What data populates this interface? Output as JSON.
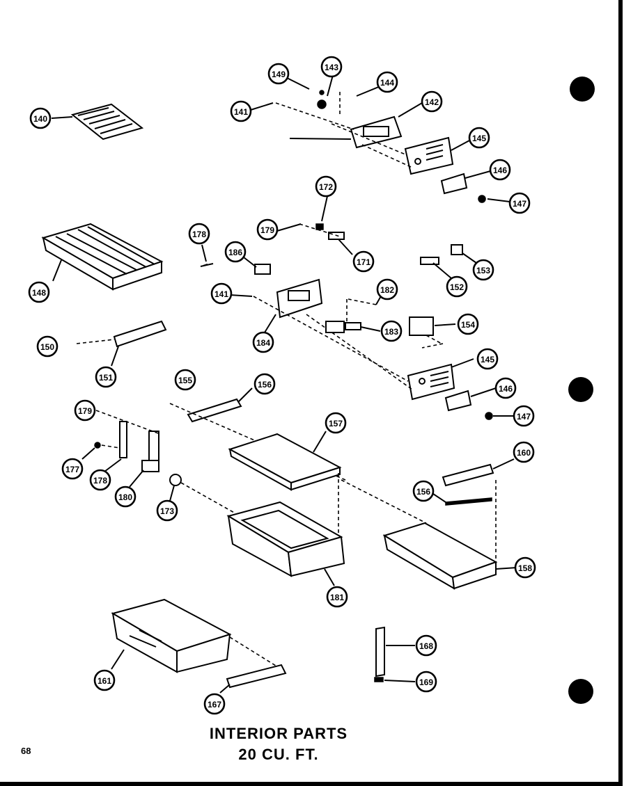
{
  "title": {
    "line1": "INTERIOR PARTS",
    "line2": "20 CU. FT."
  },
  "page_number": "68",
  "callouts": [
    {
      "label": "140"
    },
    {
      "label": "143"
    },
    {
      "label": "144"
    },
    {
      "label": "141"
    },
    {
      "label": "142"
    },
    {
      "label": "149"
    },
    {
      "label": "145"
    },
    {
      "label": "146"
    },
    {
      "label": "147"
    },
    {
      "label": "172"
    },
    {
      "label": "178"
    },
    {
      "label": "179"
    },
    {
      "label": "186"
    },
    {
      "label": "171"
    },
    {
      "label": "148"
    },
    {
      "label": "152"
    },
    {
      "label": "153"
    },
    {
      "label": "141"
    },
    {
      "label": "182"
    },
    {
      "label": "184"
    },
    {
      "label": "183"
    },
    {
      "label": "154"
    },
    {
      "label": "150"
    },
    {
      "label": "151"
    },
    {
      "label": "145"
    },
    {
      "label": "155"
    },
    {
      "label": "156"
    },
    {
      "label": "146"
    },
    {
      "label": "147"
    },
    {
      "label": "179"
    },
    {
      "label": "157"
    },
    {
      "label": "177"
    },
    {
      "label": "178"
    },
    {
      "label": "180"
    },
    {
      "label": "160"
    },
    {
      "label": "173"
    },
    {
      "label": "156"
    },
    {
      "label": "158"
    },
    {
      "label": "181"
    },
    {
      "label": "168"
    },
    {
      "label": "161"
    },
    {
      "label": "169"
    },
    {
      "label": "167"
    }
  ]
}
